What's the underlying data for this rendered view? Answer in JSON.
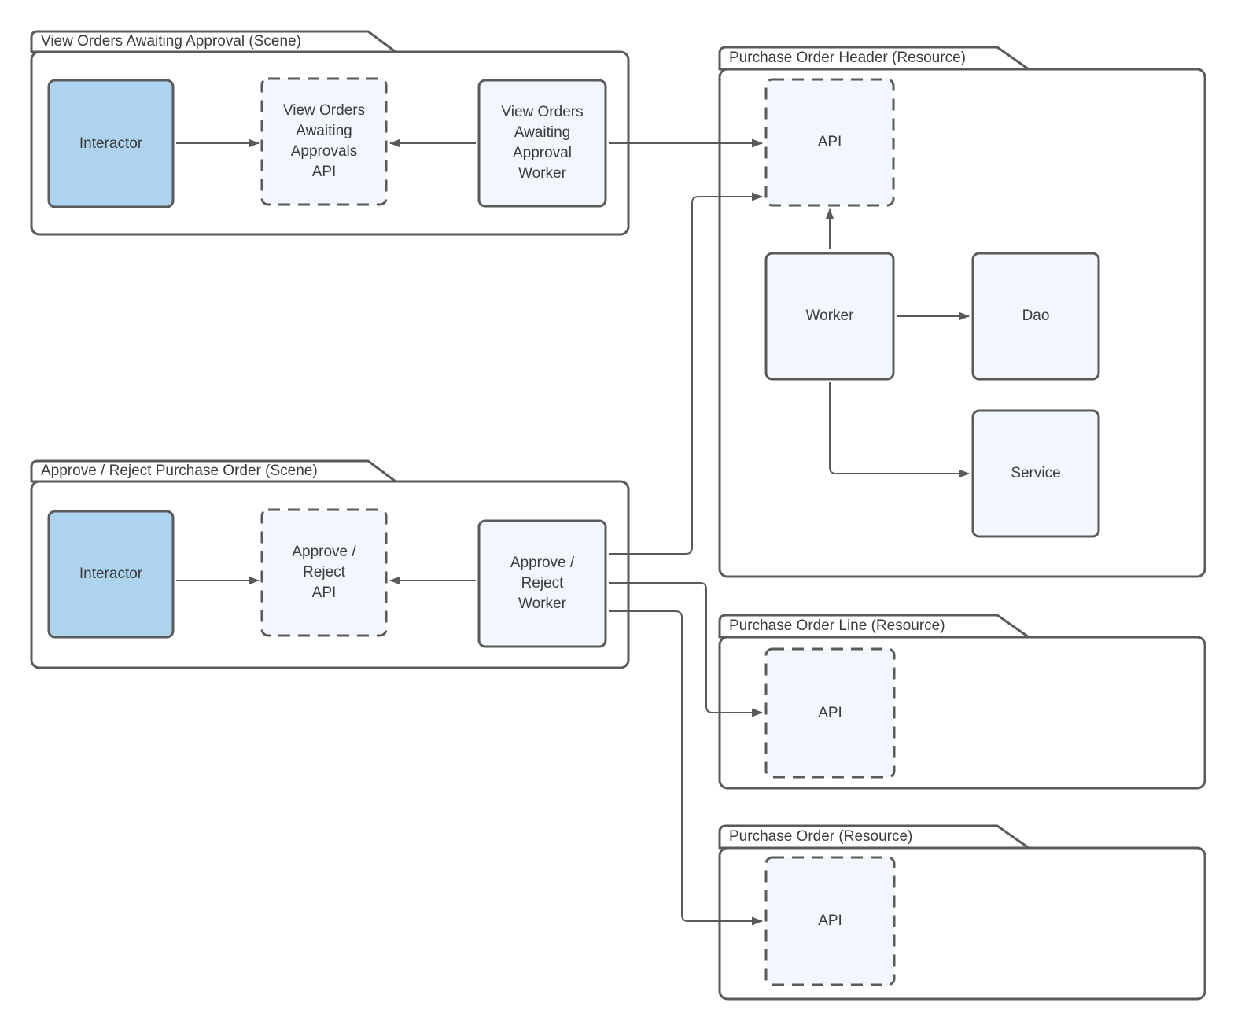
{
  "diagram": {
    "scenes": [
      {
        "title": "View Orders Awaiting Approval (Scene)",
        "interactor": "Interactor",
        "api": "View Orders\nAwaiting\nApprovals\nAPI",
        "worker": "View Orders\nAwaiting\nApproval\nWorker"
      },
      {
        "title": "Approve / Reject Purchase Order (Scene)",
        "interactor": "Interactor",
        "api": "Approve /\nReject\nAPI",
        "worker": "Approve /\nReject\nWorker"
      }
    ],
    "resources": [
      {
        "title": "Purchase Order Header (Resource)",
        "api": "API",
        "worker": "Worker",
        "dao": "Dao",
        "service": "Service"
      },
      {
        "title": "Purchase Order Line (Resource)",
        "api": "API"
      },
      {
        "title": "Purchase Order (Resource)",
        "api": "API"
      }
    ],
    "colors": {
      "node_border": "#5a5a5a",
      "node_fill": "#f2f7fd",
      "interactor_fill": "#add3ee",
      "connector": "#5a5a5a",
      "text": "#3b3b3b"
    }
  }
}
